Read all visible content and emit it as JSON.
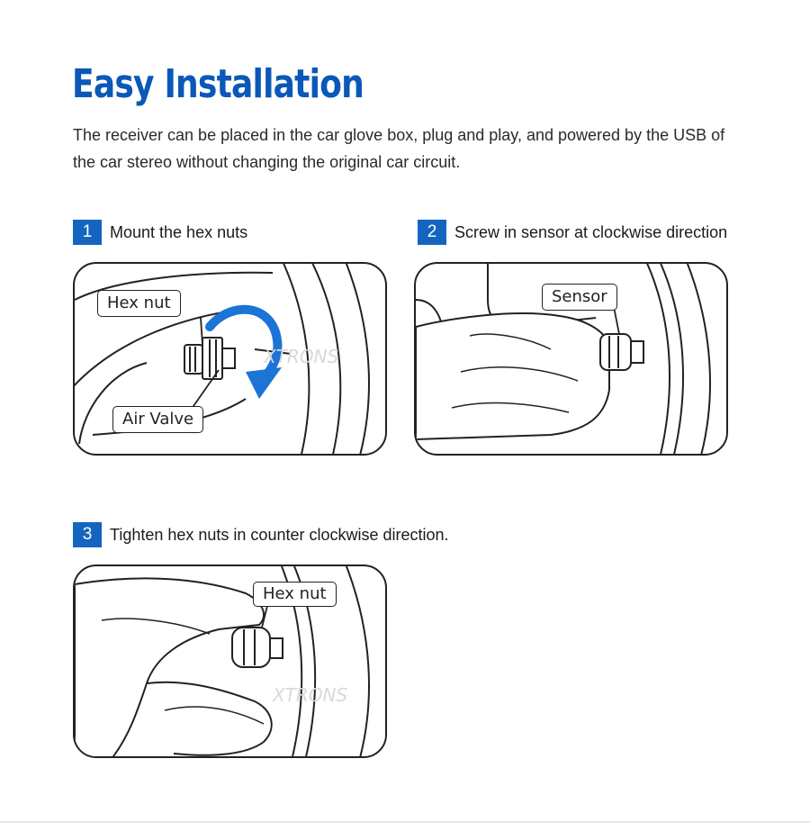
{
  "title": "Easy Installation",
  "intro": "The receiver can be placed in the car glove box, plug and play, and powered by the USB of the car stereo without changing the original car circuit.",
  "steps": [
    {
      "number": "1",
      "title": "Mount the hex nuts",
      "labels": [
        "Hex nut",
        "Air Valve"
      ]
    },
    {
      "number": "2",
      "title": "Screw in sensor at clockwise direction",
      "labels": [
        "Sensor"
      ]
    },
    {
      "number": "3",
      "title": "Tighten hex nuts in counter clockwise direction.",
      "labels": [
        "Hex nut"
      ]
    }
  ],
  "colors": {
    "accent": "#0a58b8",
    "badge": "#1565c0",
    "arrow": "#1b74d6"
  },
  "watermark": "XTRONS"
}
